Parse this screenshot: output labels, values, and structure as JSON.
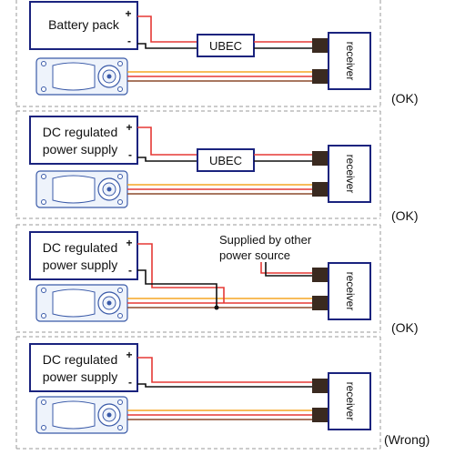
{
  "panels": [
    {
      "source_lines": [
        "Battery pack"
      ],
      "plus": "+",
      "minus": "-",
      "ubec": "UBEC",
      "receiver": "receiver",
      "status": "(OK)"
    },
    {
      "source_lines": [
        "DC regulated",
        "power supply"
      ],
      "plus": "+",
      "minus": "-",
      "ubec": "UBEC",
      "receiver": "receiver",
      "status": "(OK)"
    },
    {
      "source_lines": [
        "DC regulated",
        "power supply"
      ],
      "plus": "+",
      "minus": "-",
      "receiver": "receiver",
      "note_lines": [
        "Supplied by other",
        "power source"
      ],
      "status": "(OK)"
    },
    {
      "source_lines": [
        "DC regulated",
        "power supply"
      ],
      "plus": "+",
      "minus": "-",
      "receiver": "receiver",
      "status": "(Wrong)"
    }
  ],
  "colors": {
    "box_border": "#1a237e",
    "wire_red": "#e53935",
    "wire_black": "#111111",
    "wire_orange": "#f5a623",
    "wire_brown": "#8b4a2b",
    "servo_fill": "#eef3fb",
    "servo_stroke": "#3a5aa8",
    "connector": "#3a2a20",
    "divider": "#9a9a9a"
  }
}
